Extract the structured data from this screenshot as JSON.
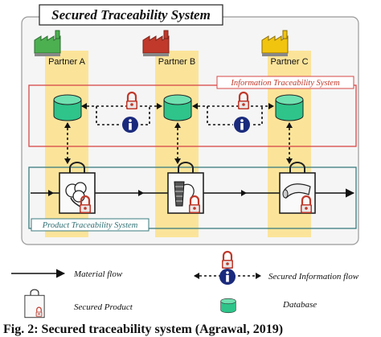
{
  "title": "Secured Traceability System",
  "partners": [
    "Partner A",
    "Partner B",
    "Partner C"
  ],
  "information_system_label": "Information Traceability System",
  "product_system_label": "Product Traceability System",
  "legend": {
    "material_flow": "Material flow",
    "secured_information_flow": "Secured Information flow",
    "secured_product": "Secured Product",
    "database": "Database"
  },
  "caption": "Fig. 2: Secured traceability system (Agrawal, 2019)",
  "colors": {
    "partner_column": "#fbe49a",
    "database": "#2ec48a",
    "info_icon": "#1a2a7c",
    "lock": "#c0392b",
    "information_box": "#d84848",
    "product_box": "#3a7b7f",
    "factory_a": "#4caf50",
    "factory_b": "#c0392b",
    "factory_c": "#f1c40f"
  },
  "icons": {
    "partner_a_product": "cotton-plant-icon",
    "partner_b_product": "yarn-spool-icon",
    "partner_c_product": "fabric-roll-icon"
  }
}
